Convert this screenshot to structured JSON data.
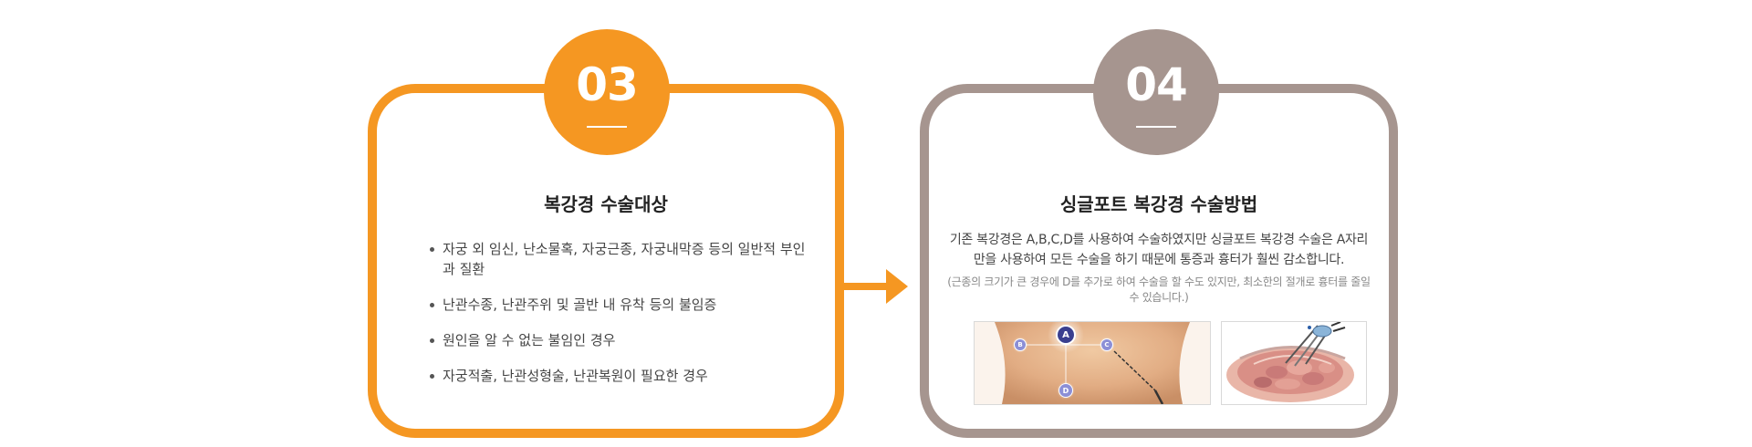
{
  "step3": {
    "number": "03",
    "title": "복강경 수술대상",
    "items": [
      "자궁 외 임신, 난소물혹, 자궁근종, 자궁내막증 등의 일반적 부인과 질환",
      "난관수종, 난관주위 및 골반 내 유착 등의 불임증",
      "원인을 알 수 없는 불임인 경우",
      "자궁적출, 난관성형술, 난관복원이 필요한 경우"
    ]
  },
  "step4": {
    "number": "04",
    "title": "싱글포트 복강경 수술방법",
    "description": "기존 복강경은 A,B,C,D를 사용하여 수술하였지만 싱글포트 복강경 수술은 A자리만을 사용하여 모든 수술을 하기 때문에 통증과 흉터가 훨씬 감소합니다.",
    "note": "(근종의 크기가 큰 경우에 D를 추가로 하여 수술을 할 수도 있지만, 최소한의 절개로 흉터를 줄일 수 있습니다.)",
    "ports": {
      "a": "A",
      "b": "B",
      "c": "C",
      "d": "D"
    }
  },
  "colors": {
    "orange": "#f59722",
    "taupe": "#a6958f",
    "port_blue": "#3a3f8f"
  }
}
